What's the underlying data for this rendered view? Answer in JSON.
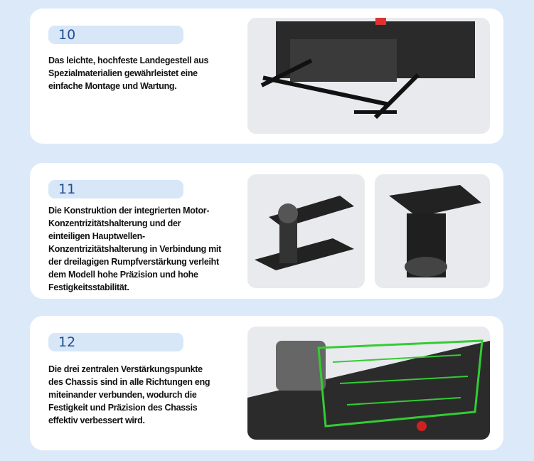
{
  "sections": [
    {
      "number": "10",
      "text": "Das leichte, hochfeste Landegestell aus\nSpezialmaterialien gewährleistet eine\neinfache Montage und Wartung."
    },
    {
      "number": "11",
      "text": "Die Konstruktion der integrierten Motor-\nKonzentrizitätshalterung und der\neinteiligen Hauptwellen-\nKonzentrizitätshalterung in Verbindung mit\nder dreilagigen Rumpfverstärkung verleiht\ndem Modell hohe Präzision und hohe\nFestigkeitsstabilität."
    },
    {
      "number": "12",
      "text": "Die drei zentralen Verstärkungspunkte\ndes Chassis sind in alle Richtungen eng\nmiteinander verbunden, wodurch die\nFestigkeit und Präzision des Chassis\neffektiv verbessert wird."
    }
  ]
}
